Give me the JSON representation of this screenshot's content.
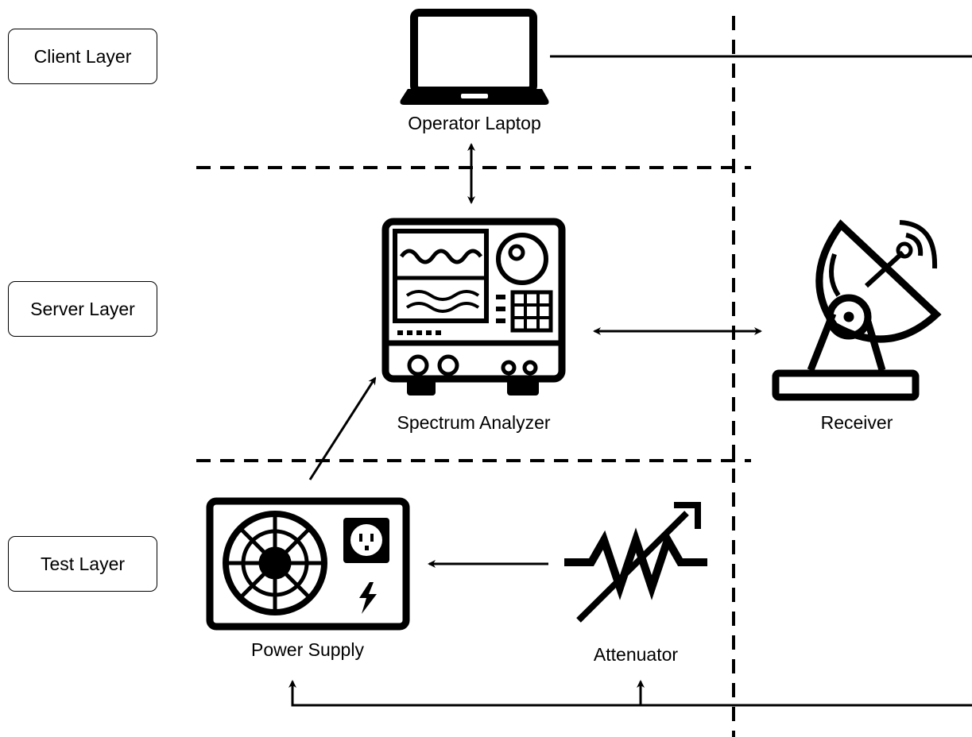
{
  "layers": [
    {
      "id": "client",
      "label": "Client Layer"
    },
    {
      "id": "server",
      "label": "Server Layer"
    },
    {
      "id": "test",
      "label": "Test Layer"
    }
  ],
  "nodes": {
    "laptop": {
      "label": "Operator Laptop",
      "icon": "laptop-icon"
    },
    "analyzer": {
      "label": "Spectrum Analyzer",
      "icon": "spectrum-analyzer-icon"
    },
    "receiver": {
      "label": "Receiver",
      "icon": "satellite-dish-icon"
    },
    "power_supply": {
      "label": "Power Supply",
      "icon": "power-supply-icon"
    },
    "attenuator": {
      "label": "Attenuator",
      "icon": "variable-resistor-icon"
    }
  },
  "colors": {
    "stroke": "#000000",
    "background": "#ffffff"
  }
}
